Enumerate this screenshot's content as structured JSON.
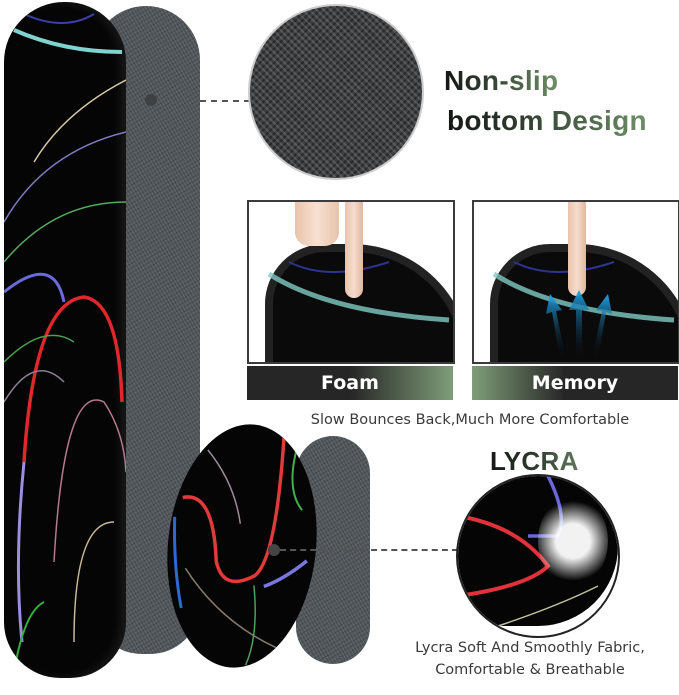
{
  "headline": {
    "line1": "Non-slip",
    "line2": "bottom Design"
  },
  "comparison": {
    "left_label": "Foam",
    "right_label": "Memory",
    "caption": "Slow Bounces Back,Much More Comfortable"
  },
  "lycra": {
    "title": "LYCRA",
    "caption_line1": "Lycra Soft And Smoothly Fabric,",
    "caption_line2": "Comfortable & Breathable"
  },
  "colors": {
    "pad_black": "#050505",
    "fabric_gray": "#4f5559",
    "arrow_blue": "#1fa3e6",
    "accent_green": "#6e8f68",
    "bar_dark": "#2a2a2a"
  }
}
